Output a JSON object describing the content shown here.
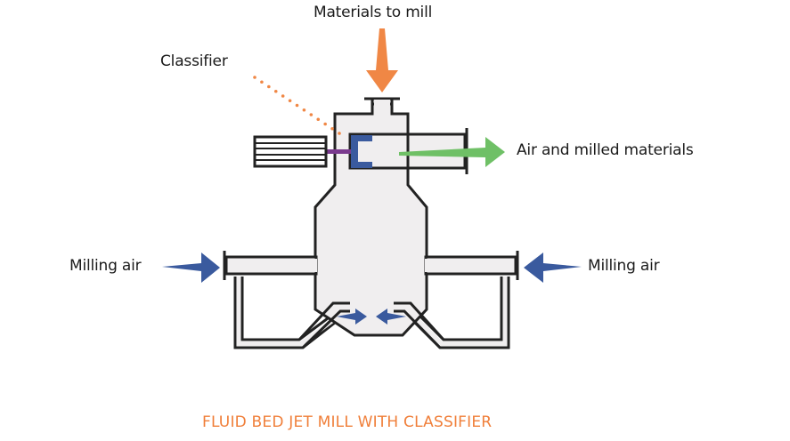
{
  "title": "FLUID BED JET MILL WITH CLASSIFIER",
  "labels": {
    "materials_in": "Materials to mill",
    "classifier": "Classifier",
    "output": "Air and milled materials",
    "milling_air_left": "Milling air",
    "milling_air_right": "Milling air"
  },
  "colors": {
    "title": "#f07f3a",
    "feed_arrow": "#f08745",
    "classifier_pointer": "#f08745",
    "output_arrow": "#6fc066",
    "air_arrow": "#3a5a9e",
    "classifier_wheel": "#3a5a9e",
    "shaft": "#7a3a8e",
    "vessel_fill": "#f0eeef",
    "outline": "#222222"
  },
  "icons": {
    "feed": "down-arrow",
    "output": "right-arrow",
    "air_left": "right-arrow",
    "air_right": "left-arrow",
    "nozzle_left": "right-arrow",
    "nozzle_right": "left-arrow"
  }
}
